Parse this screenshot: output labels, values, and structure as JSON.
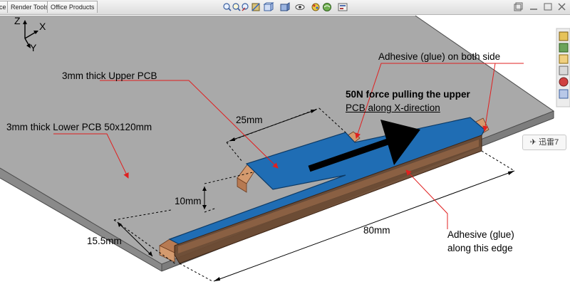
{
  "toolbar": {
    "tabs": [
      {
        "label": "ce"
      },
      {
        "label": "Render Tools"
      },
      {
        "label": "Office Products"
      }
    ],
    "view_icons": [
      "zoom-to-fit-icon",
      "zoom-area-icon",
      "previous-view-icon",
      "section-view-icon",
      "view-orientation-icon",
      "display-style-icon",
      "hide-show-icon",
      "edit-appearance-icon",
      "scene-icon",
      "view-settings-icon"
    ]
  },
  "axes": {
    "z": "Z",
    "x": "X",
    "y": "Y"
  },
  "annotations": {
    "upper_pcb": "3mm thick Upper PCB",
    "lower_pcb": "3mm thick Lower PCB 50x120mm",
    "adhesive_both": "Adhesive (glue) on both side",
    "force_line1": "50N force pulling the upper",
    "force_line2": "PCB along X-direction",
    "adhesive_edge_line1": "Adhesive (glue)",
    "adhesive_edge_line2": "along this edge"
  },
  "dimensions": {
    "d25": "25mm",
    "d10": "10mm",
    "d15_5": "15.5mm",
    "d80": "80mm"
  },
  "badge": {
    "label": "迅雷7"
  },
  "colors": {
    "upper_pcb": "#1f6db4",
    "lower_pcb": "#a9a9a9",
    "adhesive": "#c88a5e",
    "leader": "#e02020",
    "force_arrow": "#000000"
  }
}
